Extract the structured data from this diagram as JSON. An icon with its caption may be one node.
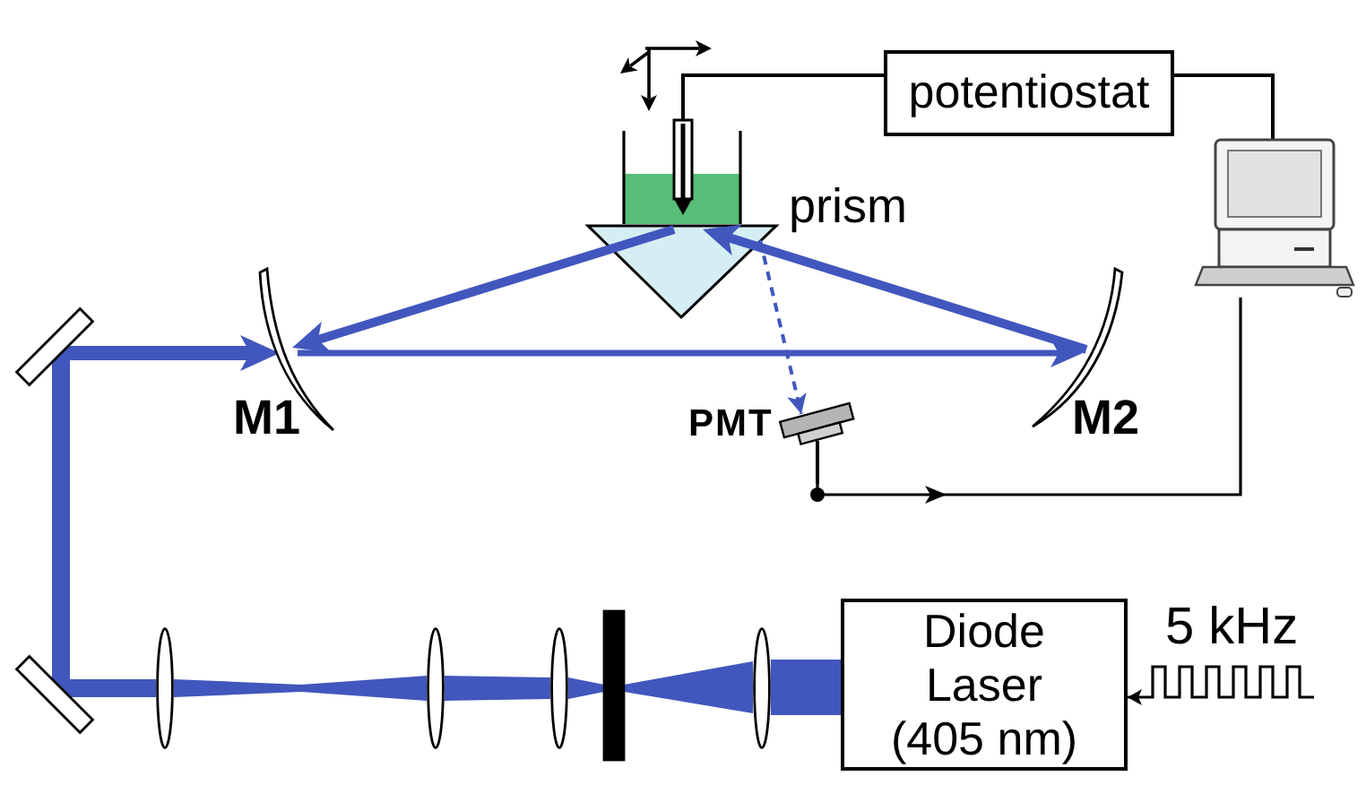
{
  "diagram": {
    "nodes": [
      {
        "text": [
          "potentiostat"
        ]
      },
      {
        "text": [],
        "shape": "picture"
      },
      {
        "text": [],
        "shape": "picture"
      },
      {
        "text": [
          "prism"
        ]
      },
      {
        "text": [],
        "shape": "bar"
      },
      {
        "text": [
          "M1"
        ]
      },
      {
        "text": [
          "M2"
        ]
      },
      {
        "text": [
          "PMT"
        ]
      },
      {
        "text": [],
        "shape": "bar"
      },
      {
        "text": [],
        "shape": "ellipse"
      },
      {
        "text": [],
        "shape": "ellipse"
      },
      {
        "text": [],
        "shape": "ellipse"
      },
      {
        "text": [],
        "shape": "bar"
      },
      {
        "text": [],
        "shape": "ellipse"
      },
      {
        "text": [
          "Diode Laser (405 nm)"
        ]
      },
      {
        "text": [
          "5 kHz"
        ]
      }
    ],
    "edges": [
      {
        "from": 1,
        "to": 0,
        "arrow": "none",
        "color": "#000000"
      },
      {
        "from": 0,
        "to": 2,
        "arrow": "none",
        "color": "#000000"
      },
      {
        "from": 7,
        "to": 2,
        "arrow": "to",
        "color": "#000000"
      },
      {
        "from": 15,
        "to": 14,
        "arrow": "to",
        "color": "#000000"
      },
      {
        "from": 14,
        "to": 13,
        "arrow": "none"
      },
      {
        "from": 13,
        "to": 12,
        "arrow": "none"
      },
      {
        "from": 12,
        "to": 11,
        "arrow": "none"
      },
      {
        "from": 11,
        "to": 10,
        "arrow": "none"
      },
      {
        "from": 10,
        "to": 9,
        "arrow": "none"
      },
      {
        "from": 9,
        "to": 8,
        "arrow": "none"
      },
      {
        "from": 8,
        "to": 4,
        "arrow": "none"
      },
      {
        "from": 4,
        "to": 5,
        "arrow": "to",
        "style": "thick"
      },
      {
        "from": 5,
        "to": 6,
        "arrow": "to"
      },
      {
        "from": 6,
        "to": 3,
        "arrow": "to",
        "style": "thick"
      },
      {
        "from": 3,
        "to": 5,
        "arrow": "to",
        "style": "thick"
      },
      {
        "from": 3,
        "to": 7,
        "arrow": "to",
        "style": "dashed"
      }
    ]
  }
}
